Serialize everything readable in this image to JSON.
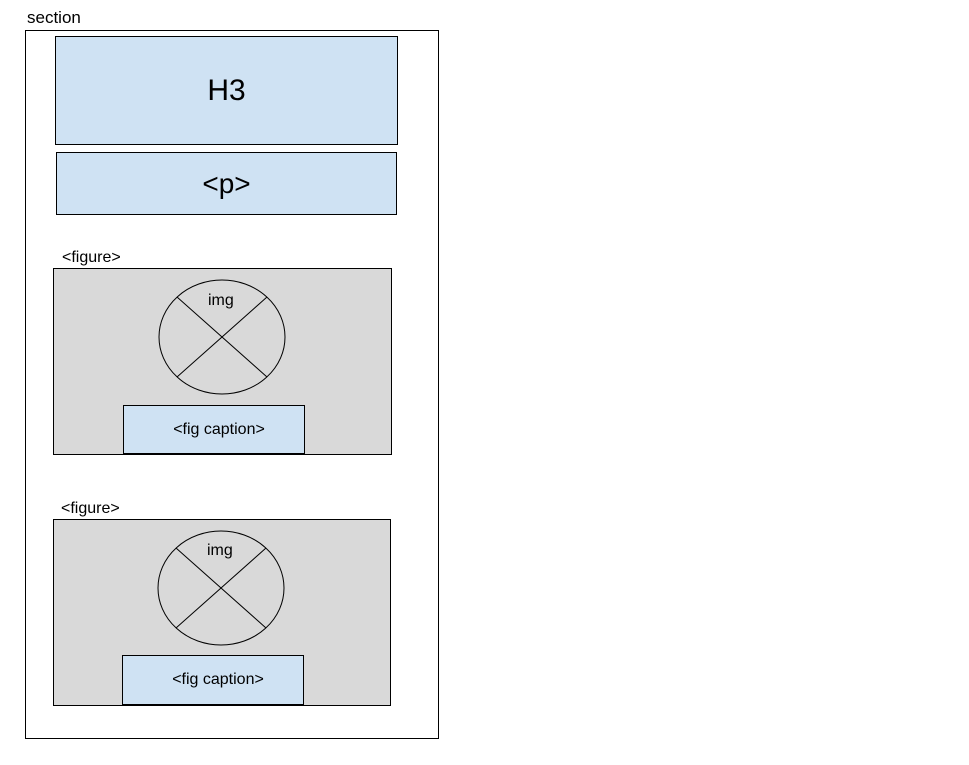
{
  "section": {
    "label": "section"
  },
  "heading": {
    "label": "H3"
  },
  "paragraph": {
    "label": "<p>"
  },
  "figures": [
    {
      "label": "<figure>",
      "img_label": "img",
      "caption": "<fig caption>"
    },
    {
      "label": "<figure>",
      "img_label": "img",
      "caption": "<fig caption>"
    }
  ],
  "colors": {
    "element_fill": "#cfe2f3",
    "figure_fill": "#d9d9d9",
    "stroke": "#000000"
  }
}
